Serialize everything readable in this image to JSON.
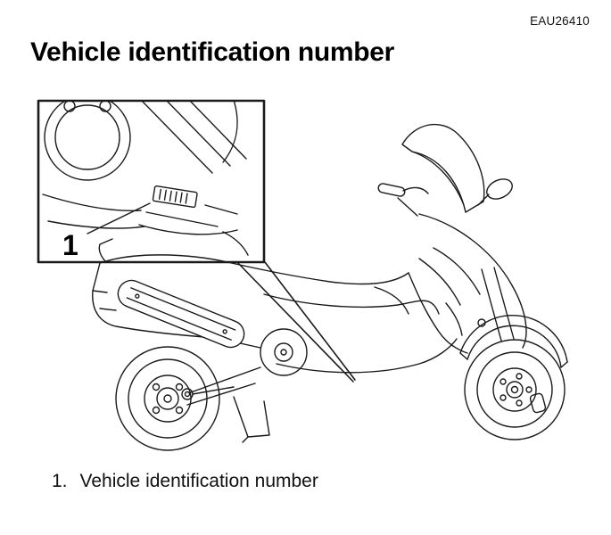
{
  "page": {
    "reference_code": "EAU26410",
    "title": "Vehicle identification number"
  },
  "figure": {
    "callout_label": "1",
    "caption_number": "1.",
    "caption_text": "Vehicle identification number"
  }
}
